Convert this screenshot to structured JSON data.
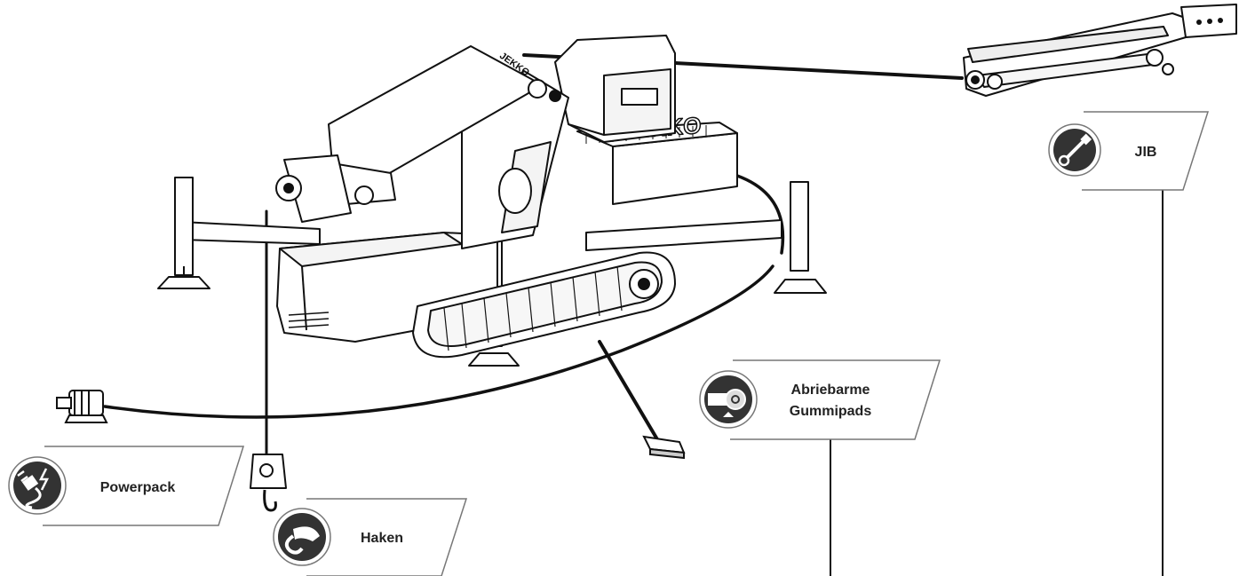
{
  "labels": {
    "jib": "JIB",
    "gummipads_line1": "Abriebarme",
    "gummipads_line2": "Gummipads",
    "powerpack": "Powerpack",
    "haken": "Haken"
  },
  "colors": {
    "line": "#111111",
    "tag_border": "#777777",
    "icon_fill": "#333333",
    "text": "#222222",
    "accent": "#888888"
  },
  "icons": {
    "jib": "jib-boom-icon",
    "gummipads": "rubber-pad-track-icon",
    "powerpack": "power-plug-icon",
    "haken": "hook-icon"
  }
}
